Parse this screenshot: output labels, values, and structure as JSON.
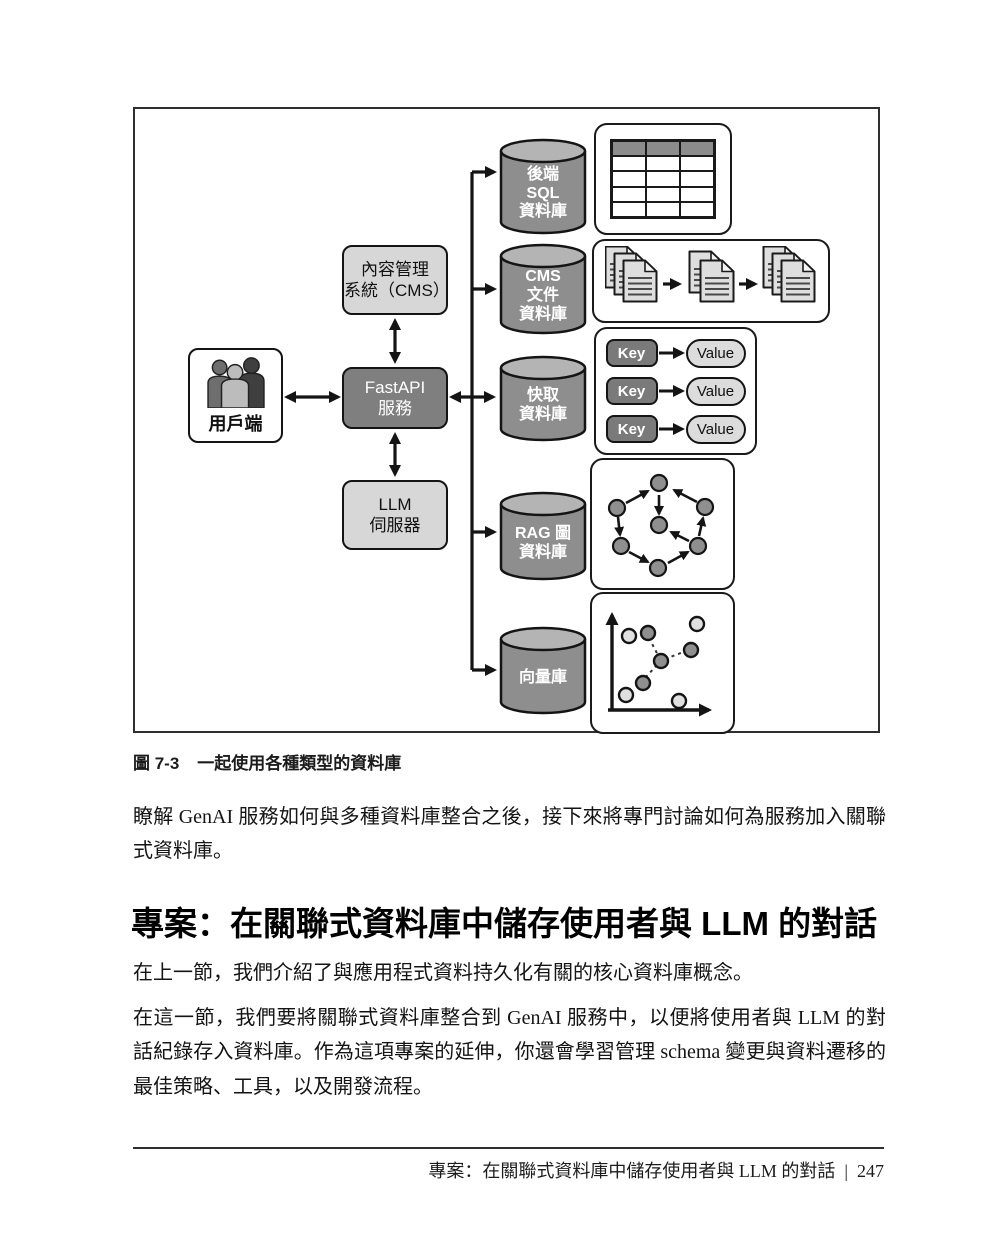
{
  "colors": {
    "cylinder_body": "#8e8e8e",
    "cylinder_top": "#b4b4b4",
    "dark_box": "#7f7f7f",
    "light_box": "#d7d7d7",
    "line": "#141414"
  },
  "diagram": {
    "client": {
      "label": "用戶端"
    },
    "cms_system": {
      "label": "內容管理\n系統（CMS）"
    },
    "fastapi": {
      "label": "FastAPI\n服務"
    },
    "llm_server": {
      "label": "LLM\n伺服器"
    },
    "databases": {
      "sql": {
        "label": "後端\nSQL\n資料庫"
      },
      "cms_docs": {
        "label": "CMS\n文件\n資料庫"
      },
      "cache": {
        "label": "快取\n資料庫"
      },
      "rag": {
        "label": "RAG 圖\n資料庫"
      },
      "vector": {
        "label": "向量庫"
      }
    },
    "kv_rows": [
      {
        "key": "Key",
        "value": "Value"
      },
      {
        "key": "Key",
        "value": "Value"
      },
      {
        "key": "Key",
        "value": "Value"
      }
    ]
  },
  "caption": {
    "label": "圖 7-3",
    "text": "一起使用各種類型的資料庫"
  },
  "intro_paragraph": "瞭解 GenAI 服務如何與多種資料庫整合之後，接下來將專門討論如何為服務加入關聯式資料庫。",
  "section": {
    "heading": "專案：在關聯式資料庫中儲存使用者與 LLM 的對話",
    "paragraph1": "在上一節，我們介紹了與應用程式資料持久化有關的核心資料庫概念。",
    "paragraph2": "在這一節，我們要將關聯式資料庫整合到 GenAI 服務中，以便將使用者與 LLM 的對話紀錄存入資料庫。作為這項專案的延伸，你還會學習管理 schema 變更與資料遷移的最佳策略、工具，以及開發流程。"
  },
  "footer": {
    "text": "專案：在關聯式資料庫中儲存使用者與 LLM 的對話",
    "separator": "|",
    "page_number": "247"
  }
}
